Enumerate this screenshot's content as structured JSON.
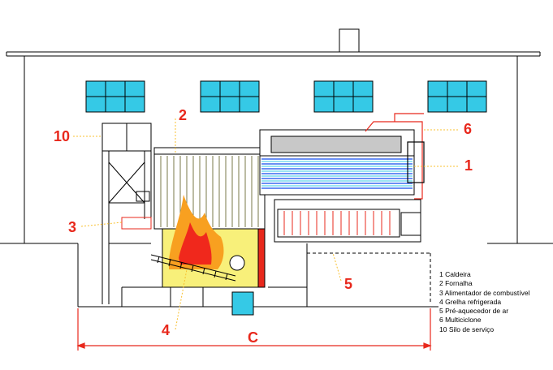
{
  "callouts": {
    "c1": "1",
    "c2": "2",
    "c3": "3",
    "c4": "4",
    "c5": "5",
    "c6": "6",
    "c10": "10",
    "cC": "C"
  },
  "legend": [
    "1  Caldeira",
    "2  Fornalha",
    "3  Alimentador de combustível",
    "4  Grelha refrigerada",
    "5  Pré-aquecedor de ar",
    "6  Multiciclone",
    "10  Silo de serviço"
  ],
  "colors": {
    "callout": "#e8281c",
    "window": "#35c9e6",
    "furnace_wall": "#f8f07a",
    "flame_outer": "#f8a020",
    "flame_inner": "#f0281c",
    "boiler_tubes": "#3a6af0"
  }
}
